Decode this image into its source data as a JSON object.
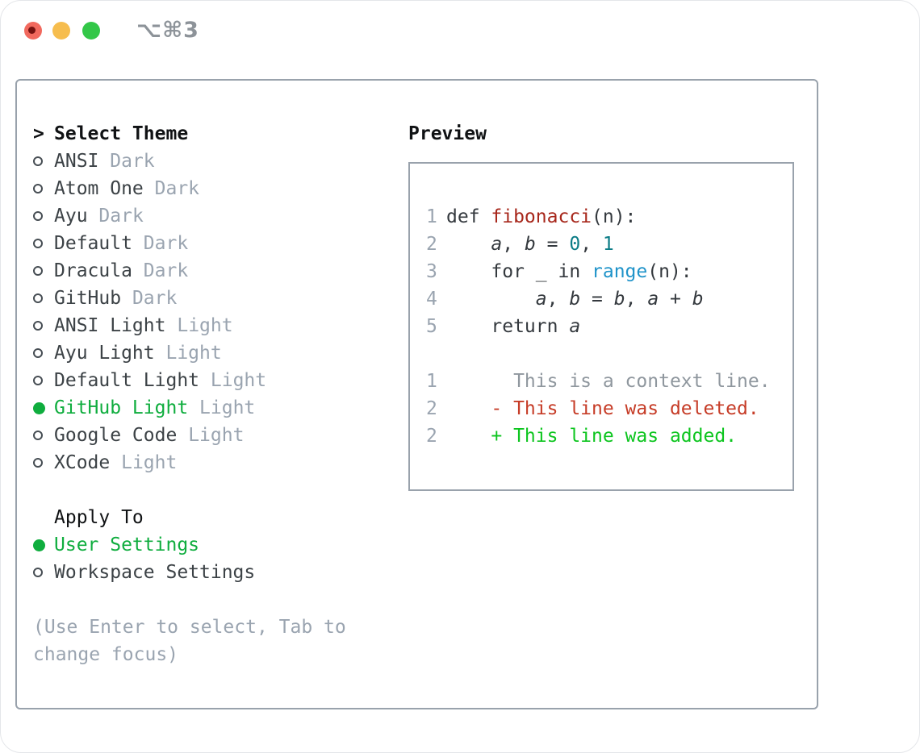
{
  "window": {
    "title": "⌥⌘3"
  },
  "colors": {
    "selected_green": "#0fad3e",
    "added_green": "#0dc51f",
    "deleted_red": "#c63c27",
    "function_red": "#a7271b",
    "number_teal": "#0b7c86",
    "builtin_blue": "#1f93c9",
    "traffic_red": "#f1695e",
    "traffic_red_dot": "#751210",
    "traffic_yellow": "#f6bd4e",
    "traffic_green": "#33c748",
    "panel_border": "#99a2ac"
  },
  "theme_list": {
    "prompt": ">",
    "header": "Select Theme",
    "items": [
      {
        "name": "ANSI",
        "variant": "Dark",
        "selected": false
      },
      {
        "name": "Atom One",
        "variant": "Dark",
        "selected": false
      },
      {
        "name": "Ayu",
        "variant": "Dark",
        "selected": false
      },
      {
        "name": "Default",
        "variant": "Dark",
        "selected": false
      },
      {
        "name": "Dracula",
        "variant": "Dark",
        "selected": false
      },
      {
        "name": "GitHub",
        "variant": "Dark",
        "selected": false
      },
      {
        "name": "ANSI Light",
        "variant": "Light",
        "selected": false
      },
      {
        "name": "Ayu Light",
        "variant": "Light",
        "selected": false
      },
      {
        "name": "Default Light",
        "variant": "Light",
        "selected": false
      },
      {
        "name": "GitHub Light",
        "variant": "Light",
        "selected": true
      },
      {
        "name": "Google Code",
        "variant": "Light",
        "selected": false
      },
      {
        "name": "XCode",
        "variant": "Light",
        "selected": false
      }
    ]
  },
  "apply_to": {
    "header": "Apply To",
    "options": [
      {
        "label": "User Settings",
        "selected": true
      },
      {
        "label": "Workspace Settings",
        "selected": false
      }
    ]
  },
  "hint": "(Use Enter to select, Tab to change focus)",
  "preview": {
    "header": "Preview",
    "code_lines": [
      {
        "num": "1",
        "segments": [
          {
            "t": "def ",
            "c": "plain"
          },
          {
            "t": "fibonacci",
            "c": "func"
          },
          {
            "t": "(n):",
            "c": "plain"
          }
        ]
      },
      {
        "num": "2",
        "segments": [
          {
            "t": "    ",
            "c": "plain"
          },
          {
            "t": "a",
            "c": "var"
          },
          {
            "t": ", ",
            "c": "plain"
          },
          {
            "t": "b",
            "c": "var"
          },
          {
            "t": " = ",
            "c": "plain"
          },
          {
            "t": "0",
            "c": "num"
          },
          {
            "t": ", ",
            "c": "plain"
          },
          {
            "t": "1",
            "c": "num"
          }
        ]
      },
      {
        "num": "3",
        "segments": [
          {
            "t": "    for _ in ",
            "c": "plain"
          },
          {
            "t": "range",
            "c": "builtin"
          },
          {
            "t": "(n):",
            "c": "plain"
          }
        ]
      },
      {
        "num": "4",
        "segments": [
          {
            "t": "        ",
            "c": "plain"
          },
          {
            "t": "a",
            "c": "var"
          },
          {
            "t": ", ",
            "c": "plain"
          },
          {
            "t": "b",
            "c": "var"
          },
          {
            "t": " = ",
            "c": "plain"
          },
          {
            "t": "b",
            "c": "var"
          },
          {
            "t": ", ",
            "c": "plain"
          },
          {
            "t": "a",
            "c": "var"
          },
          {
            "t": " + ",
            "c": "plain"
          },
          {
            "t": "b",
            "c": "var"
          }
        ]
      },
      {
        "num": "5",
        "segments": [
          {
            "t": "    return ",
            "c": "plain"
          },
          {
            "t": "a",
            "c": "var"
          }
        ]
      },
      {
        "num": "",
        "segments": []
      },
      {
        "num": "1",
        "segments": [
          {
            "t": "      This is a context line.",
            "c": "context"
          }
        ]
      },
      {
        "num": "2",
        "segments": [
          {
            "t": "    - This line was deleted.",
            "c": "deleted"
          }
        ]
      },
      {
        "num": "2",
        "segments": [
          {
            "t": "    + This line was added.",
            "c": "added"
          }
        ]
      }
    ]
  }
}
